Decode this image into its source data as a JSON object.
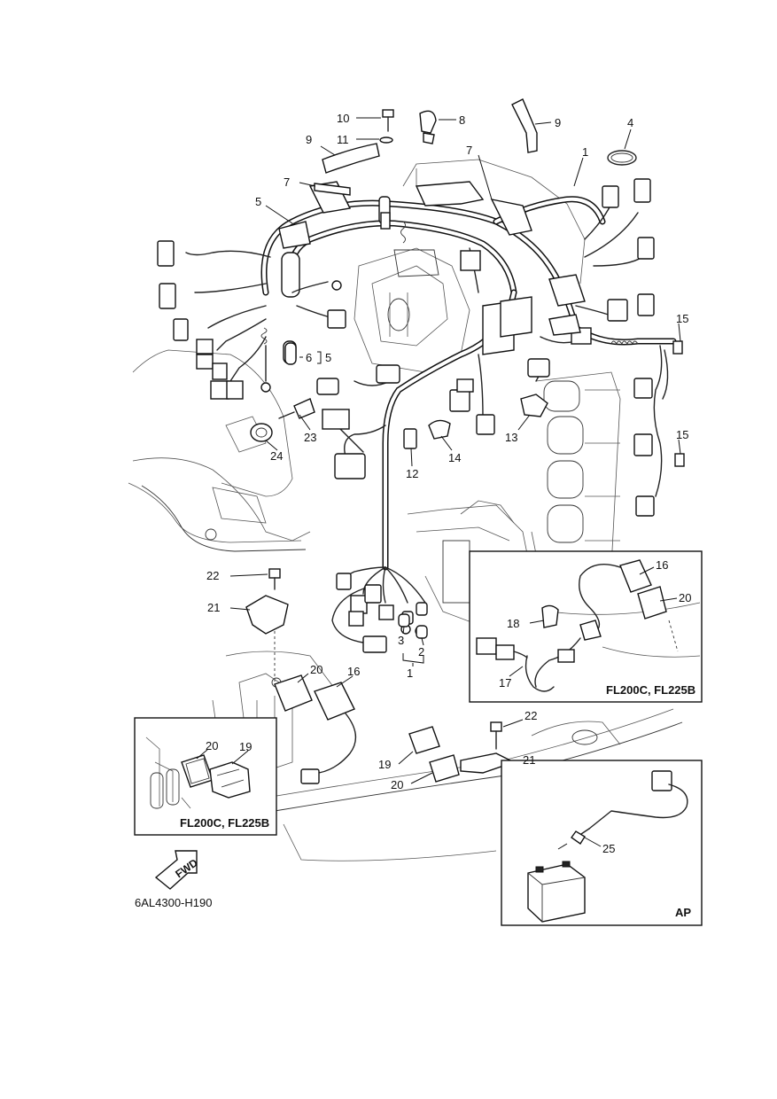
{
  "diagram_code": "6AL4300-H190",
  "fwd_label": "FWD",
  "callouts": {
    "c1a": "1",
    "c1b": "1",
    "c2": "2",
    "c3": "3",
    "c4": "4",
    "c5a": "5",
    "c5b": "5",
    "c6": "6",
    "c7a": "7",
    "c7b": "7",
    "c8": "8",
    "c9a": "9",
    "c9b": "9",
    "c10": "10",
    "c11": "11",
    "c12": "12",
    "c13": "13",
    "c14": "14",
    "c15a": "15",
    "c15b": "15",
    "c16a": "16",
    "c16b": "16",
    "c17": "17",
    "c18": "18",
    "c19a": "19",
    "c19b": "19",
    "c20a": "20",
    "c20b": "20",
    "c20c": "20",
    "c20d": "20",
    "c21a": "21",
    "c21b": "21",
    "c22a": "22",
    "c22b": "22",
    "c23": "23",
    "c24": "24",
    "c25": "25"
  },
  "insets": {
    "right_model": "FL200C, FL225B",
    "left_model": "FL200C, FL225B",
    "battery_label": "AP"
  }
}
